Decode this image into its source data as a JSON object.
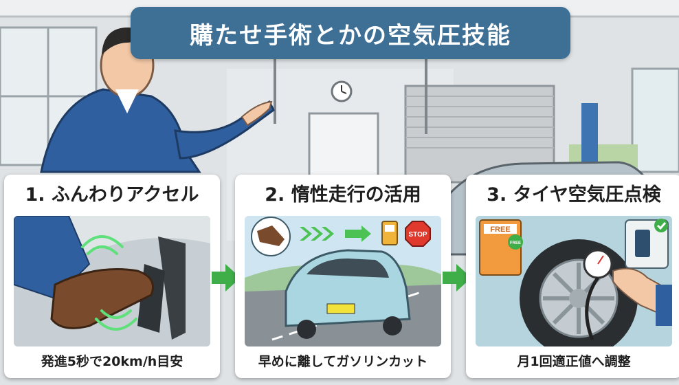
{
  "title": "購たせ手術とかの空気圧技能",
  "steps": [
    {
      "heading": "1. ふんわりアクセル",
      "caption": "発進5秒で20km/h目安"
    },
    {
      "heading": "2. 惰性走行の活用",
      "caption": "早めに離してガソリンカット"
    },
    {
      "heading": "3. タイヤ空気圧点検",
      "caption": "月1回適正値へ調整"
    }
  ],
  "signs": {
    "stop": "STOP",
    "free1": "FREE",
    "free2": "FREE"
  },
  "icons": [
    "clock-icon",
    "stop-sign-icon",
    "fuel-pump-icon",
    "checkmark-icon",
    "tire-gauge-icon",
    "chevron-arrow-icon"
  ],
  "colors": {
    "title_bg": "#3e6f95",
    "arrow": "#3fae49",
    "card_bg": "#ffffff"
  }
}
